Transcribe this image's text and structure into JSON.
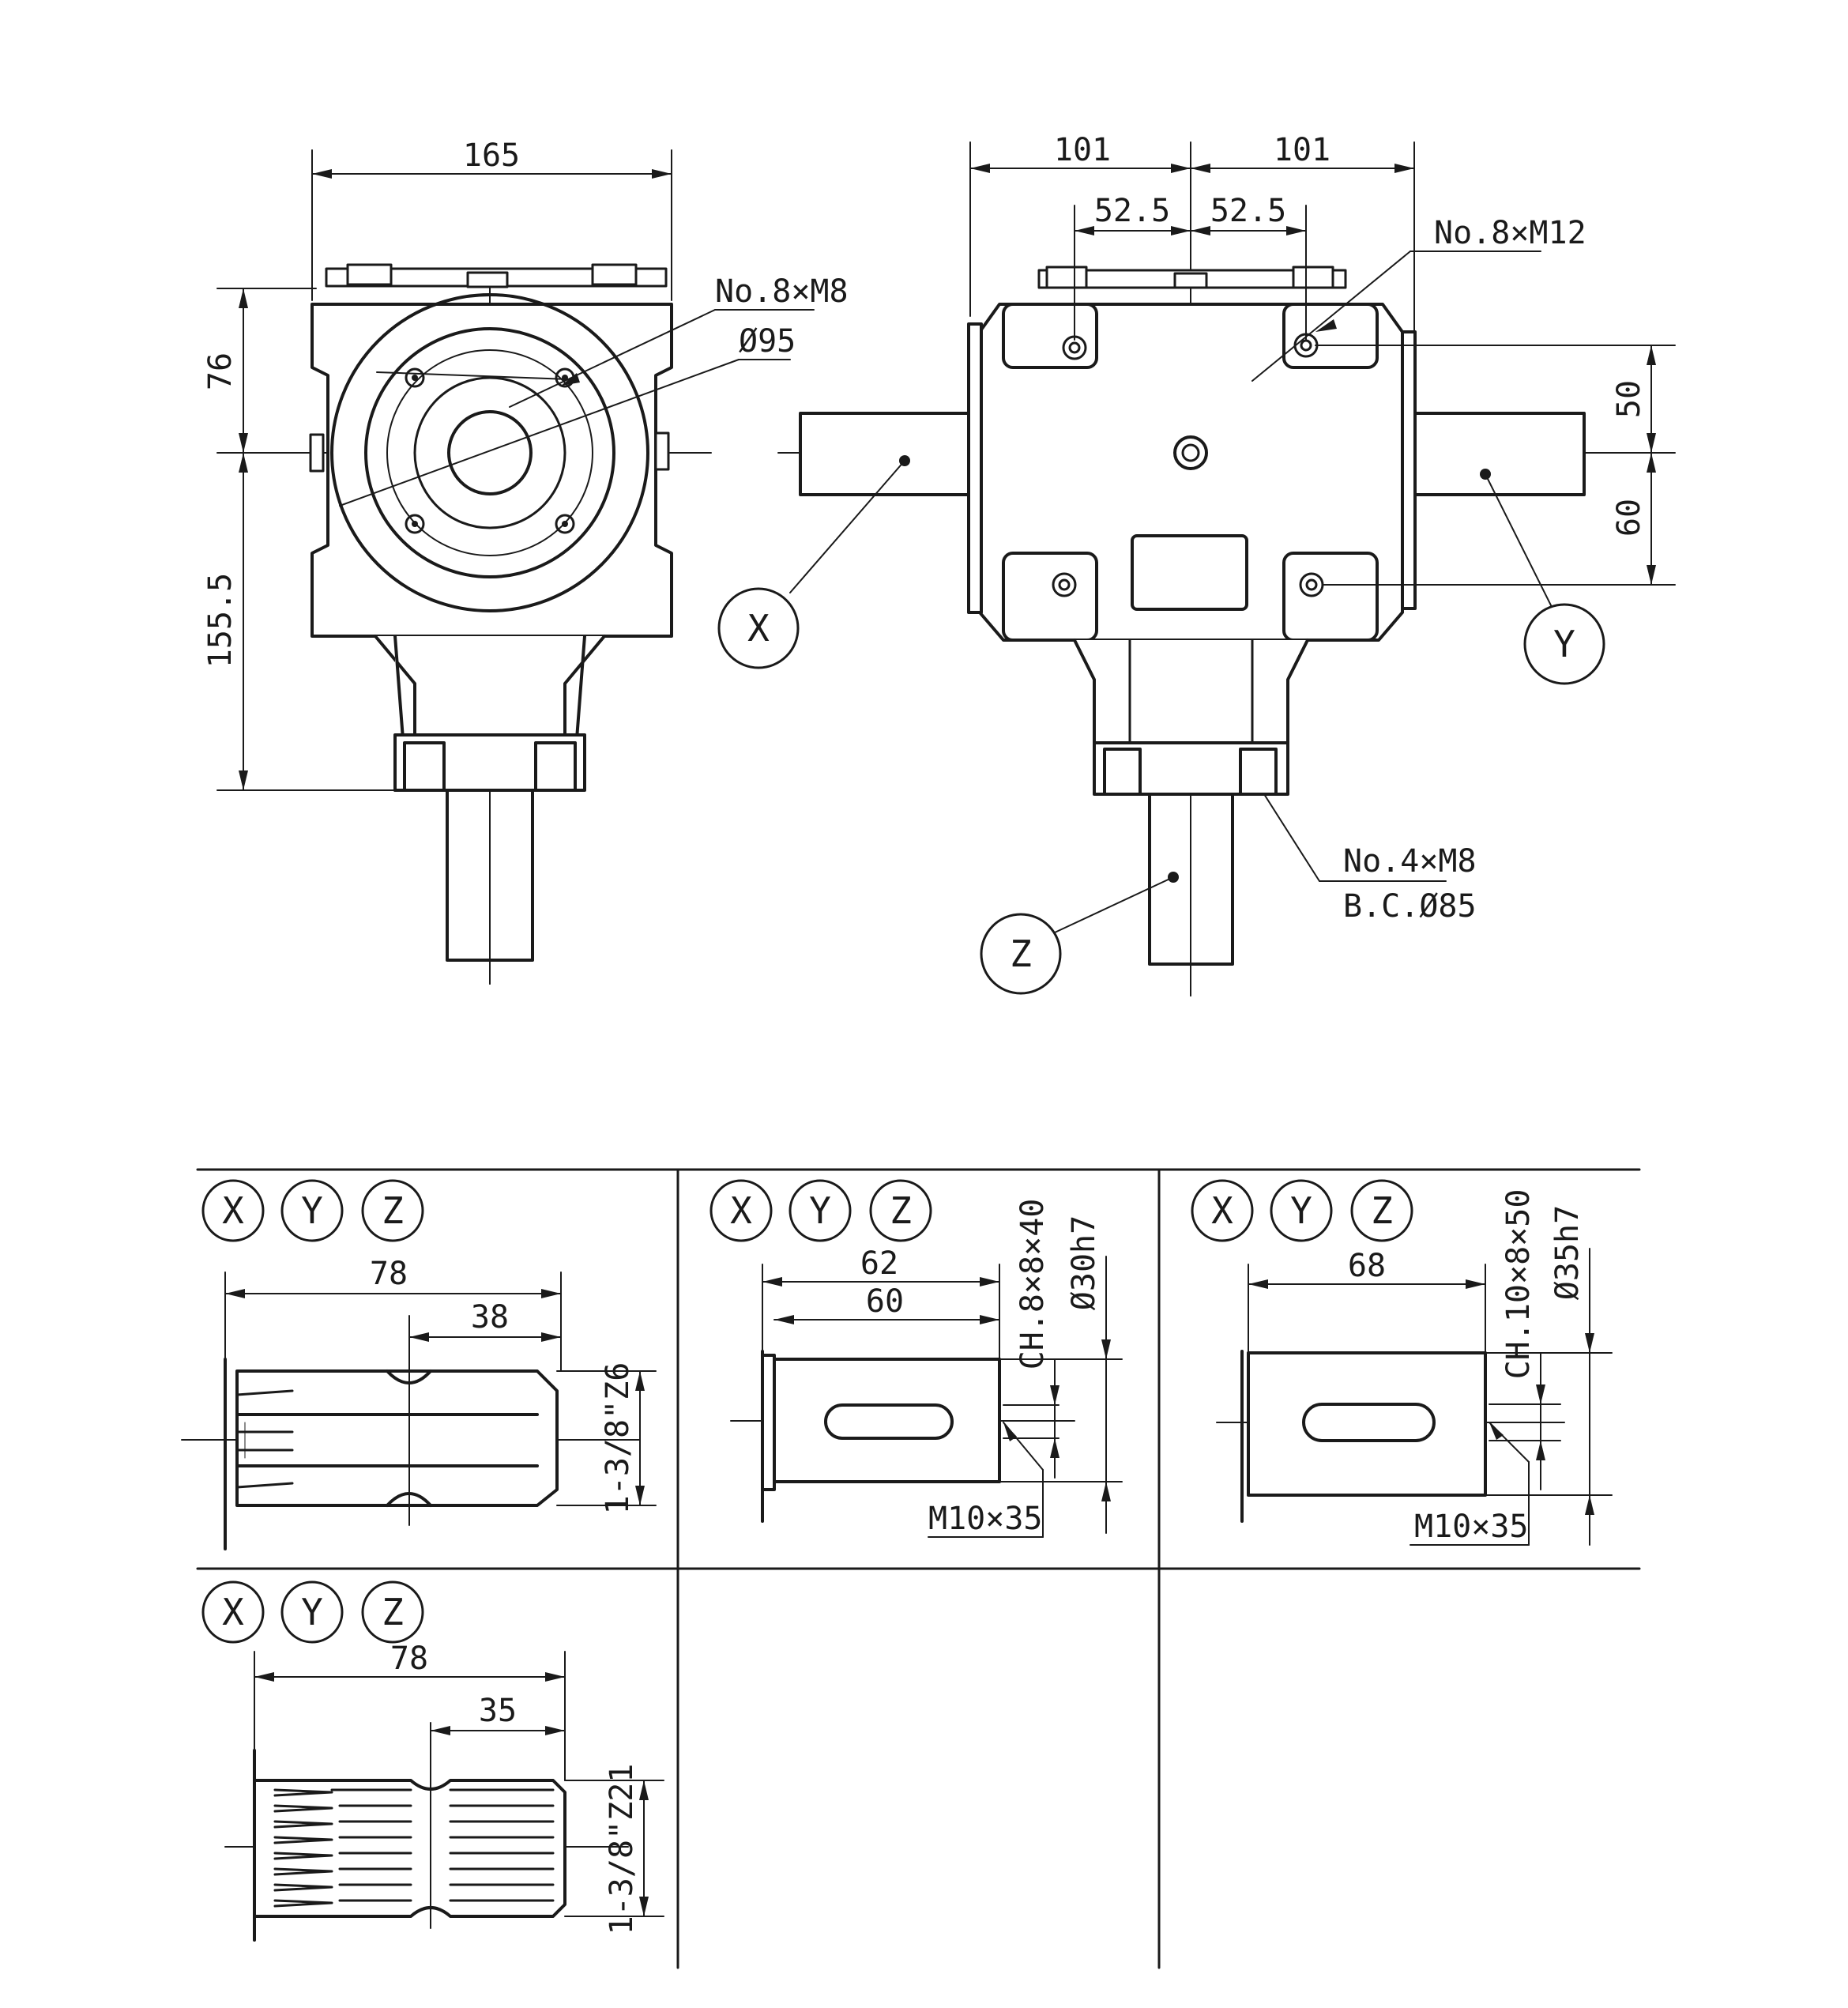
{
  "front_view": {
    "width_dim": "165",
    "height_top_dim": "76",
    "height_bottom_dim": "155.5",
    "bolt_note": "No.8×M8",
    "flange_dia": "Ø95"
  },
  "side_view": {
    "left_dim": "101",
    "right_dim": "101",
    "left_half": "52.5",
    "right_half": "52.5",
    "bolt_note": "No.8×M12",
    "upper_offset": "50",
    "lower_offset": "60",
    "base_note": "No.4×M8",
    "base_bc": "B.C.Ø85",
    "shaft_x": "X",
    "shaft_y": "Y",
    "shaft_z": "Z"
  },
  "shaft_options": [
    {
      "labels": [
        "X",
        "Y",
        "Z"
      ],
      "total": "78",
      "spline_len": "38",
      "spec": "1-3/8\"Z6"
    },
    {
      "labels": [
        "X",
        "Y",
        "Z"
      ],
      "total": "62",
      "inner": "60",
      "key": "CH.8×8×40",
      "dia": "Ø30h7",
      "thread": "M10×35"
    },
    {
      "labels": [
        "X",
        "Y",
        "Z"
      ],
      "total": "68",
      "key": "CH.10×8×50",
      "dia": "Ø35h7",
      "thread": "M10×35"
    },
    {
      "labels": [
        "X",
        "Y",
        "Z"
      ],
      "total": "78",
      "spline_len": "35",
      "spec": "1-3/8\"Z21"
    }
  ]
}
